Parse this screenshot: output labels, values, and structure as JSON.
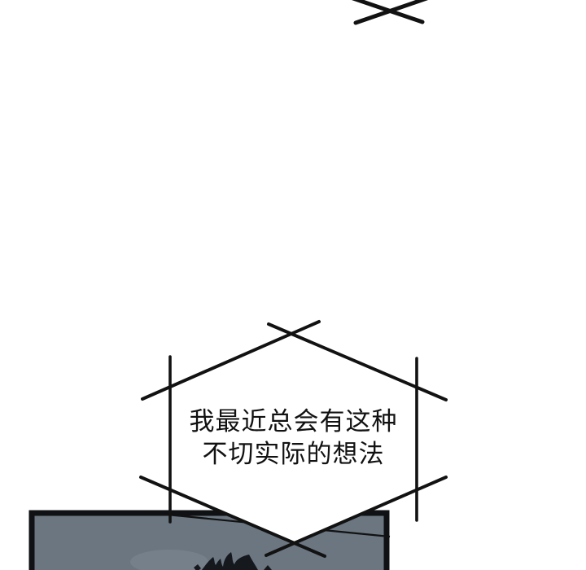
{
  "speech_bubble": {
    "line1": "我最近总会有这种",
    "line2": "不切实际的想法",
    "fill": "#ffffff",
    "shape": "hexagon-with-crossed-corners"
  },
  "panel": {
    "fill": "#6b7681",
    "border": "#0f1114",
    "content": "dark-hair-spikes-silhouette"
  },
  "colors": {
    "background": "#ffffff",
    "ink": "#121212",
    "hair_black": "#15181d",
    "panel_highlight": "#9aa4ab"
  }
}
